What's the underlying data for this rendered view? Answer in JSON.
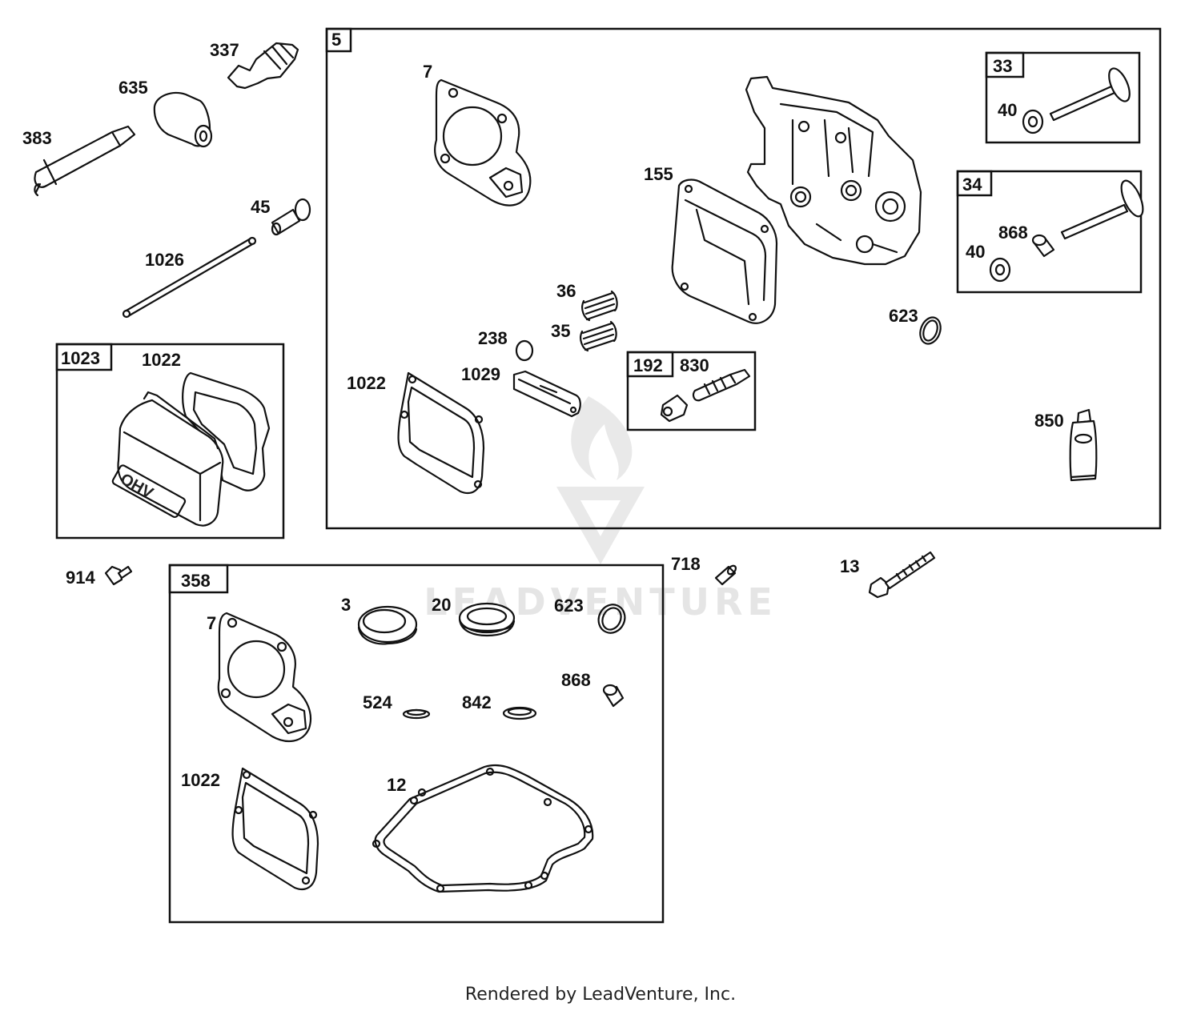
{
  "watermark": "LEADVENTURE",
  "footer": "Rendered by LeadVenture, Inc.",
  "boxes": {
    "cylinder_head_assembly": "5",
    "valve_cover_kit": "1023",
    "gasket_set": "358",
    "exhaust_valve": "33",
    "intake_valve": "34",
    "breather_kit": "192"
  },
  "labels": {
    "spark_plug": "337",
    "boot": "635",
    "spark_plug_wrench": "383",
    "tappet": "45",
    "push_rod": "1026",
    "valve_cover_kit_gasket": "1022",
    "head_gasket": "7",
    "cylinder_head": "155",
    "spring_36": "36",
    "spring_35": "35",
    "cap_238": "238",
    "rocker_1029": "1029",
    "gasket_1022": "1022",
    "exhaust_retainer": "40",
    "intake_retainer": "40",
    "seal_868": "868",
    "o_ring_623": "623",
    "breather_830": "830",
    "sealant_850": "850",
    "screw_914": "914",
    "pin_718": "718",
    "bolt_13": "13",
    "kit_gasket_7": "7",
    "kit_gasket_1022": "1022",
    "kit_seal_3": "3",
    "kit_seal_20": "20",
    "kit_oring_623": "623",
    "kit_seal_868": "868",
    "kit_ring_524": "524",
    "kit_ring_842": "842",
    "kit_gasket_12": "12"
  },
  "cover_text": "OHV"
}
